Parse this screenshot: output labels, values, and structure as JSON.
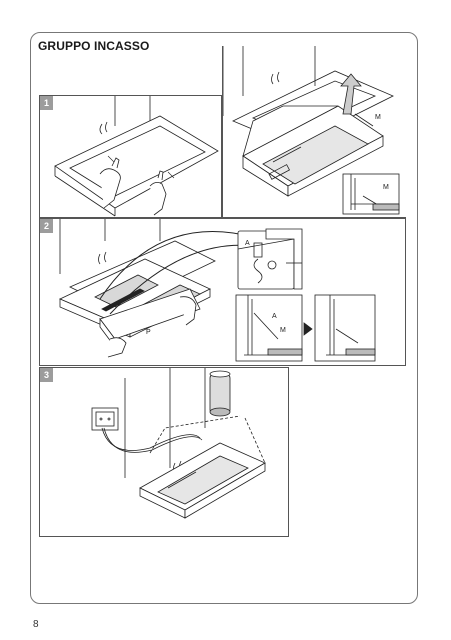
{
  "page": {
    "title": "GRUPPO INCASSO",
    "page_number": "8"
  },
  "steps": [
    {
      "number": "1"
    },
    {
      "number": "2"
    },
    {
      "number": "3"
    }
  ],
  "callouts": {
    "m_top": "M",
    "m_detail": "M",
    "a_lock": "A",
    "p_filter": "P",
    "a_detail": "A",
    "m_detail2": "M"
  }
}
